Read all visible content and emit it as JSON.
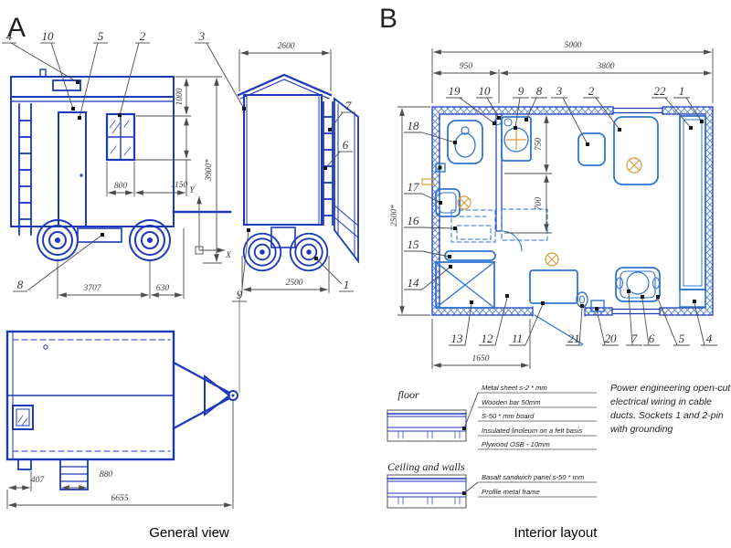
{
  "colors": {
    "drawing_blue": "#1c39bb",
    "fixture_blue": "#2f74d0",
    "dimension_gray": "#4c4c4c",
    "lamp_orange": "#d99a3c",
    "background": "#ffffff"
  },
  "general_view": {
    "label": "A",
    "caption": "General view",
    "dims": {
      "d1000": "1000",
      "d800": "800",
      "d1150": "1150",
      "d3900": "3900*",
      "d2600": "2600",
      "d2500": "2500",
      "d3707": "3707",
      "d630": "630",
      "d407": "407",
      "d880": "880",
      "d6655": "6655"
    },
    "axes": {
      "x": "X",
      "y": "Y"
    },
    "callouts": {
      "1": "1",
      "2": "2",
      "3": "3",
      "4": "4",
      "5": "5",
      "6": "6",
      "7": "7",
      "8": "8",
      "9": "9",
      "10": "10"
    }
  },
  "interior_layout": {
    "label": "B",
    "caption": "Interior layout",
    "dims": {
      "d5000": "5000",
      "d950": "950",
      "d3800": "3800",
      "d2500": "2500*",
      "d750": "750",
      "d700": "700",
      "d1650": "1650"
    },
    "callouts": {
      "1": "1",
      "2": "2",
      "3": "3",
      "4": "4",
      "5": "5",
      "6": "6",
      "7": "7",
      "8": "8",
      "9": "9",
      "10": "10",
      "11": "11",
      "12": "12",
      "13": "13",
      "14": "14",
      "15": "15",
      "16": "16",
      "17": "17",
      "18": "18",
      "19": "19",
      "20": "20",
      "21": "21",
      "22": "22"
    }
  },
  "floor_detail": {
    "title": "floor",
    "layers": [
      "Metal sheet s-2 * mm",
      "Wooden bar 50mm",
      "S-50 * mm board",
      "Insulated linoleum on a felt basis",
      "Plywood OSB - 10mm"
    ]
  },
  "ceiling_detail": {
    "title": "Ceiling and walls",
    "layers": [
      "Basalt sandwich panel s-50 * mm",
      "Profile metal frame"
    ]
  },
  "note_lines": [
    "Power engineering open-cut",
    "electrical wiring in cable",
    "ducts. Sockets 1 and 2-pin",
    "with grounding"
  ]
}
